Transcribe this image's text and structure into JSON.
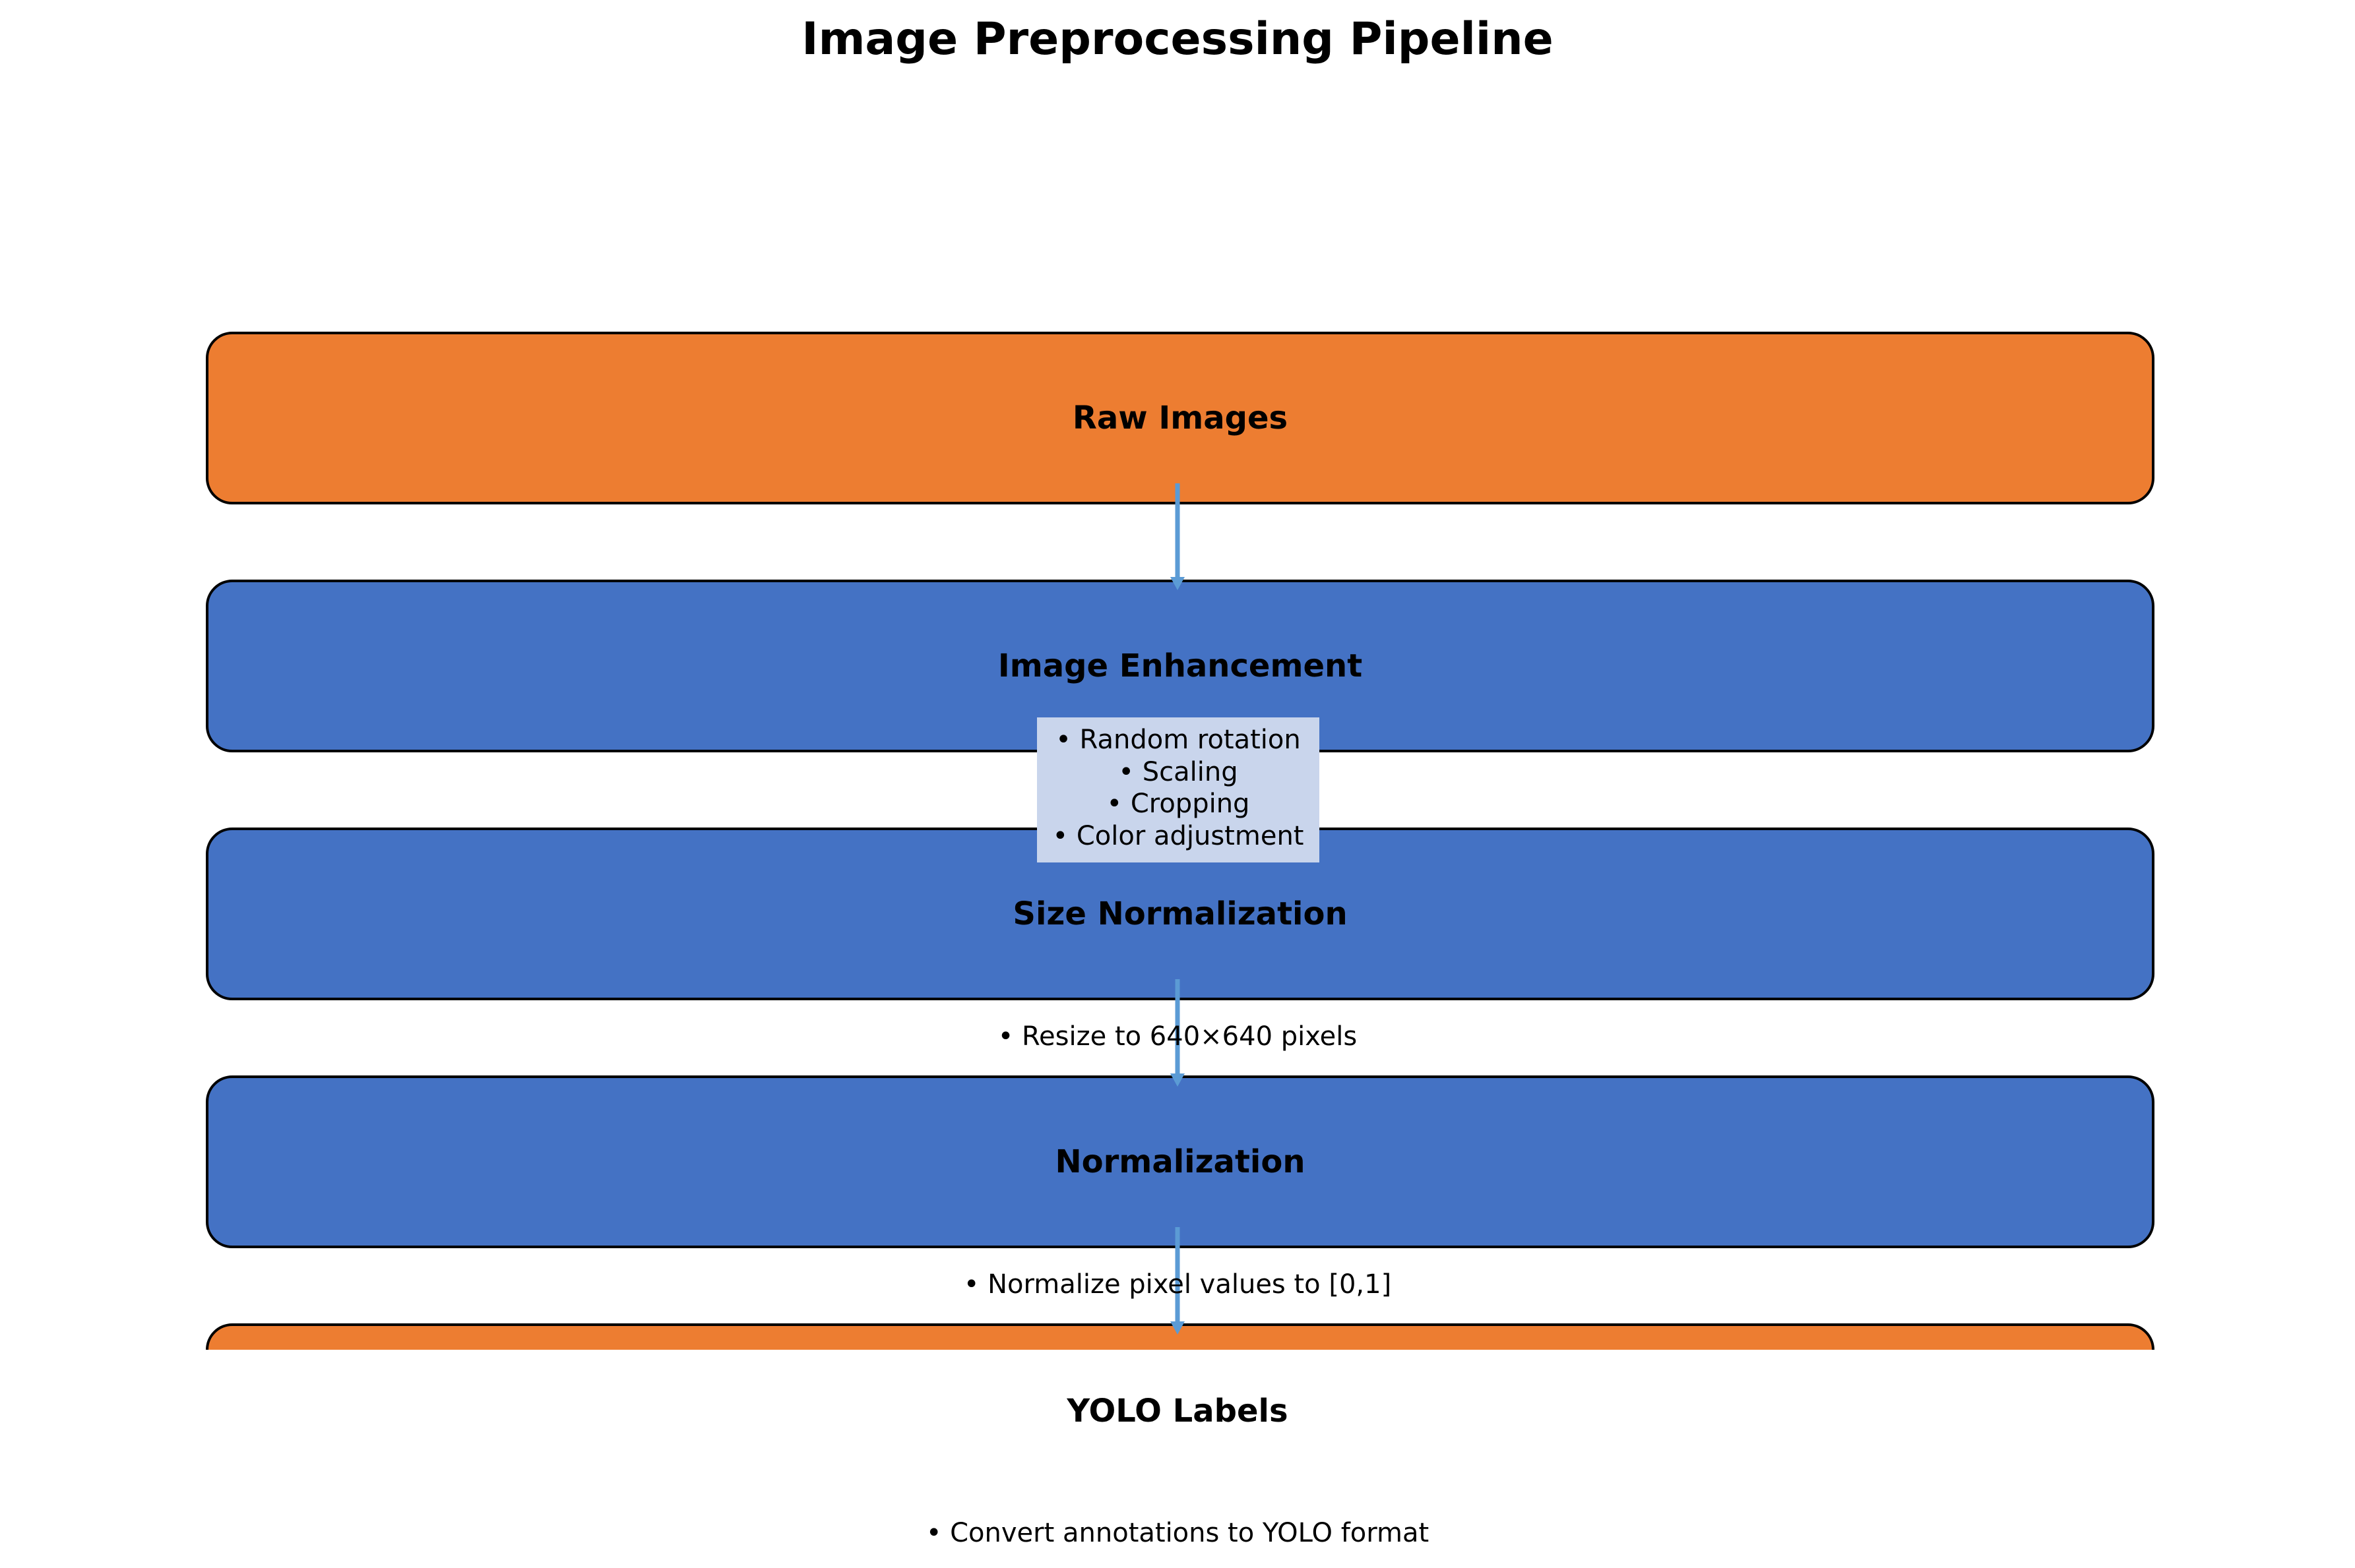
{
  "title": "Image Preprocessing Pipeline",
  "stages": [
    {
      "label": "Raw Images",
      "color": "#ED7D31",
      "notes": []
    },
    {
      "label": "Image Enhancement",
      "color": "#4472C4",
      "notes": [
        "• Random rotation",
        "• Scaling",
        "• Cropping",
        "• Color adjustment"
      ]
    },
    {
      "label": "Size Normalization",
      "color": "#4472C4",
      "notes": [
        "• Resize to 640×640 pixels"
      ]
    },
    {
      "label": "Normalization",
      "color": "#4472C4",
      "notes": [
        "• Normalize pixel values to [0,1]"
      ]
    },
    {
      "label": "YOLO Labels",
      "color": "#ED7D31",
      "notes": [
        "• Convert annotations to YOLO format"
      ]
    }
  ],
  "arrow_color": "#5B9BD5",
  "note_box_color": "#C9D5EC"
}
